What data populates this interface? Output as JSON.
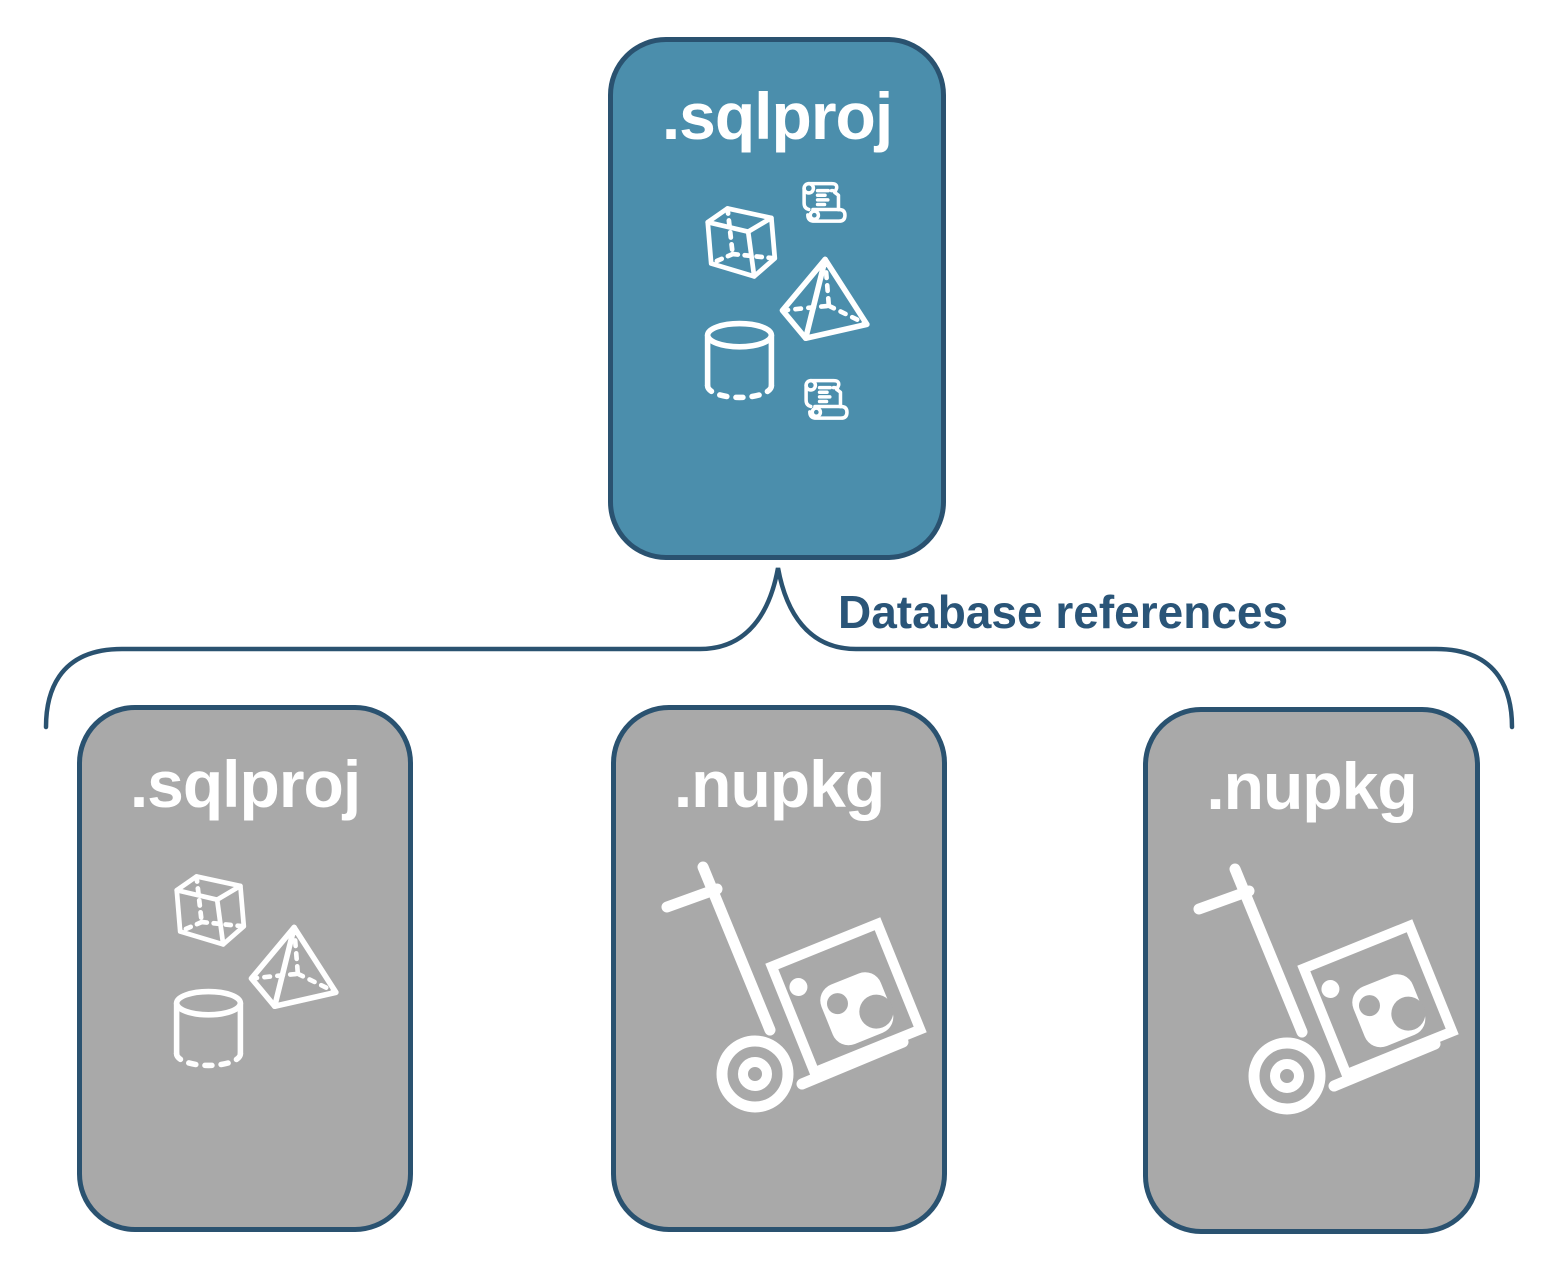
{
  "colors": {
    "accent_teal": "#4B8EAC",
    "card_gray": "#A9A9A9",
    "outline_blue": "#2A5270",
    "label_blue": "#2A5578",
    "icon_white": "#FFFFFF"
  },
  "diagram": {
    "root_card": {
      "label": ".sqlproj",
      "icons": [
        "script-scroll-icon",
        "cube-icon",
        "pyramid-icon",
        "database-cylinder-icon",
        "script-scroll-icon"
      ]
    },
    "connector": {
      "label": "Database references"
    },
    "child_cards": [
      {
        "label": ".sqlproj",
        "icons": [
          "cube-icon",
          "pyramid-icon",
          "database-cylinder-icon"
        ]
      },
      {
        "label": ".nupkg",
        "icons": [
          "package-dolly-icon"
        ]
      },
      {
        "label": ".nupkg",
        "icons": [
          "package-dolly-icon"
        ]
      }
    ]
  }
}
